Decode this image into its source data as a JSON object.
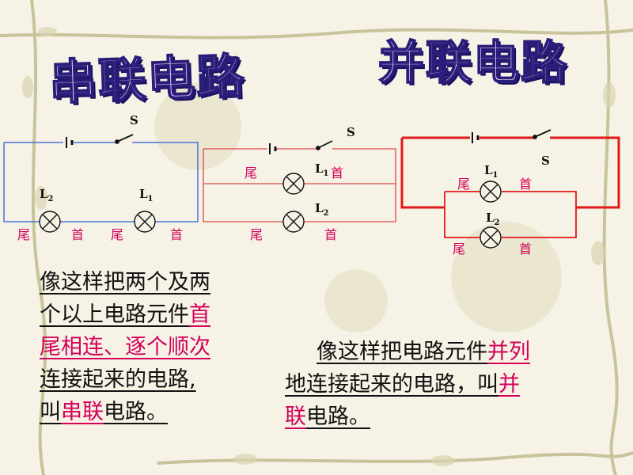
{
  "titles": {
    "series": "串联电路",
    "parallel": "并联电路"
  },
  "circuit_labels": {
    "switch": "S",
    "lamp_letter": "L",
    "lamp1_sub": "1",
    "lamp2_sub": "2",
    "tail": "尾",
    "head": "首"
  },
  "paragraphs": {
    "series": {
      "line1": "像这样把两个及两",
      "line2a": "个以上电路元件",
      "line2b": "首",
      "line3": "尾相连、逐个顺次",
      "line4": "连接起来的电路,",
      "line5a": "叫",
      "line5b": "串联",
      "line5c": "电路。"
    },
    "parallel": {
      "line1a": "像这样把电路元件",
      "line1b": "并列",
      "line2a": "地连接起来的电路，叫",
      "line2b": "并",
      "line3a": "联",
      "line3b": "电路。"
    }
  },
  "colors": {
    "series_wire": "#4a6fd8",
    "parallel_wire_thin": "#e04848",
    "parallel_wire_thick": "#e01818",
    "highlight_text": "#d4005a",
    "title_fill": "#f2d8f4",
    "title_stroke": "#2a1d7a"
  }
}
